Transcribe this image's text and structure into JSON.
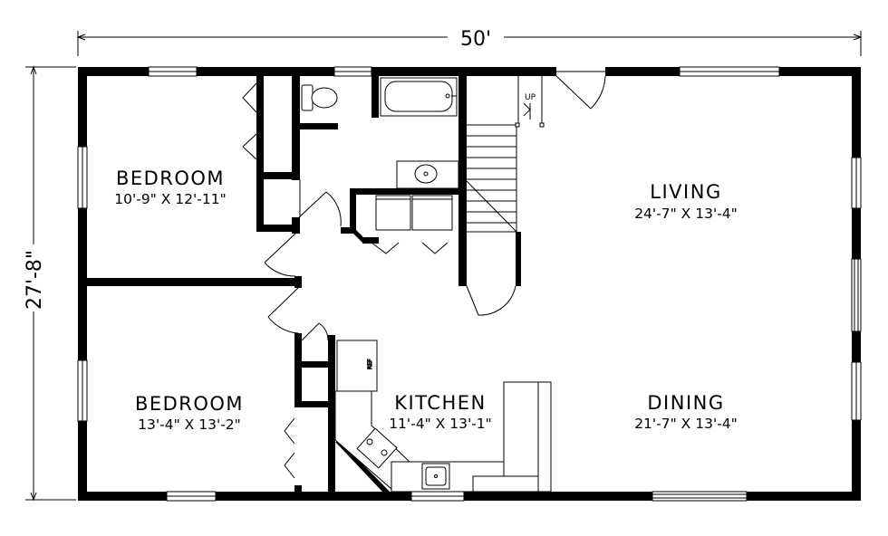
{
  "dimensions": {
    "width_label": "50'",
    "depth_label": "27'-8\""
  },
  "rooms": [
    {
      "name": "BEDROOM",
      "size": "10'-9\" X 12'-11\""
    },
    {
      "name": "BEDROOM",
      "size": "13'-4\" X 13'-2\""
    },
    {
      "name": "LIVING",
      "size": "24'-7\" X 13'-4\""
    },
    {
      "name": "KITCHEN",
      "size": "11'-4\" X 13'-1\""
    },
    {
      "name": "DINING",
      "size": "21'-7\" X 13'-4\""
    }
  ],
  "stairs": {
    "label": "UP"
  }
}
